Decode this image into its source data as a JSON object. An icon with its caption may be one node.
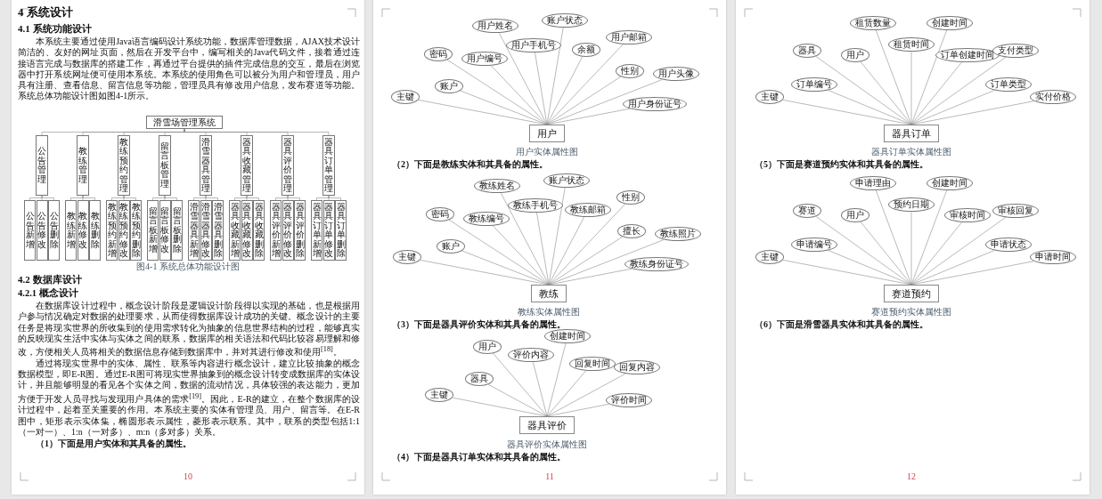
{
  "diagram": {
    "nodes": [
      {
        "text": [
          "滑雪场管理系统"
        ]
      },
      {
        "text": [
          "公告管理"
        ]
      },
      {
        "text": [
          "教练管理"
        ]
      },
      {
        "text": [
          "教练预约管理"
        ]
      },
      {
        "text": [
          "留言板管理"
        ]
      },
      {
        "text": [
          "滑雪器具管理"
        ]
      },
      {
        "text": [
          "器具收藏管理"
        ]
      },
      {
        "text": [
          "器具评价管理"
        ]
      },
      {
        "text": [
          "器具订单管理"
        ]
      },
      {
        "text": [
          "公告新增"
        ]
      },
      {
        "text": [
          "公告修改"
        ]
      },
      {
        "text": [
          "公告删除"
        ]
      },
      {
        "text": [
          "教练新增"
        ]
      },
      {
        "text": [
          "教练修改"
        ]
      },
      {
        "text": [
          "教练删除"
        ]
      },
      {
        "text": [
          "教练预约新增"
        ]
      },
      {
        "text": [
          "教练预约修改"
        ]
      },
      {
        "text": [
          "教练预约删除"
        ]
      },
      {
        "text": [
          "留言板新增"
        ]
      },
      {
        "text": [
          "留言板修改"
        ]
      },
      {
        "text": [
          "留言板删除"
        ]
      },
      {
        "text": [
          "滑雪器具新增"
        ]
      },
      {
        "text": [
          "滑雪器具修改"
        ]
      },
      {
        "text": [
          "滑雪器具删除"
        ]
      },
      {
        "text": [
          "器具收藏新增"
        ]
      },
      {
        "text": [
          "器具收藏修改"
        ]
      },
      {
        "text": [
          "器具收藏删除"
        ]
      },
      {
        "text": [
          "器具评价新增"
        ]
      },
      {
        "text": [
          "器具评价修改"
        ]
      },
      {
        "text": [
          "器具评价删除"
        ]
      },
      {
        "text": [
          "器具订单新增"
        ]
      },
      {
        "text": [
          "器具订单修改"
        ]
      },
      {
        "text": [
          "器具订单删除"
        ]
      },
      {
        "text": [
          "主键"
        ]
      },
      {
        "text": [
          "账户"
        ]
      },
      {
        "text": [
          "密码"
        ]
      },
      {
        "text": [
          "用户编号"
        ]
      },
      {
        "text": [
          "用户姓名"
        ]
      },
      {
        "text": [
          "用户手机号"
        ]
      },
      {
        "text": [
          "账户状态"
        ]
      },
      {
        "text": [
          "余额"
        ]
      },
      {
        "text": [
          "用户邮箱"
        ]
      },
      {
        "text": [
          "性别"
        ]
      },
      {
        "text": [
          "用户头像"
        ]
      },
      {
        "text": [
          "用户身份证号"
        ]
      },
      {
        "text": [
          "用户"
        ]
      },
      {
        "text": [
          "主键"
        ]
      },
      {
        "text": [
          "账户"
        ]
      },
      {
        "text": [
          "密码"
        ]
      },
      {
        "text": [
          "教练编号"
        ]
      },
      {
        "text": [
          "教练姓名"
        ]
      },
      {
        "text": [
          "教练手机号"
        ]
      },
      {
        "text": [
          "账户状态"
        ]
      },
      {
        "text": [
          "教练邮箱"
        ]
      },
      {
        "text": [
          "性别"
        ]
      },
      {
        "text": [
          "擅长"
        ]
      },
      {
        "text": [
          "教练照片"
        ]
      },
      {
        "text": [
          "教练身份证号"
        ]
      },
      {
        "text": [
          "教练"
        ]
      },
      {
        "text": [
          "主键"
        ]
      },
      {
        "text": [
          "器具"
        ]
      },
      {
        "text": [
          "用户"
        ]
      },
      {
        "text": [
          "评价内容"
        ]
      },
      {
        "text": [
          "创建时间"
        ]
      },
      {
        "text": [
          "回复时间"
        ]
      },
      {
        "text": [
          "回复内容"
        ]
      },
      {
        "text": [
          "评价时间"
        ]
      },
      {
        "text": [
          "器具评价"
        ]
      },
      {
        "text": [
          "主键"
        ]
      },
      {
        "text": [
          "订单编号"
        ]
      },
      {
        "text": [
          "器具"
        ]
      },
      {
        "text": [
          "用户"
        ]
      },
      {
        "text": [
          "租赁数量"
        ]
      },
      {
        "text": [
          "租赁时间"
        ]
      },
      {
        "text": [
          "创建时间"
        ]
      },
      {
        "text": [
          "订单创建时间"
        ]
      },
      {
        "text": [
          "支付类型"
        ]
      },
      {
        "text": [
          "订单类型"
        ]
      },
      {
        "text": [
          "实付价格"
        ]
      },
      {
        "text": [
          "器具订单"
        ]
      },
      {
        "text": [
          "主键"
        ]
      },
      {
        "text": [
          "申请编号"
        ]
      },
      {
        "text": [
          "赛道"
        ]
      },
      {
        "text": [
          "用户"
        ]
      },
      {
        "text": [
          "申请理由"
        ]
      },
      {
        "text": [
          "预约日期"
        ]
      },
      {
        "text": [
          "创建时间"
        ]
      },
      {
        "text": [
          "审核时间"
        ]
      },
      {
        "text": [
          "审核回复"
        ]
      },
      {
        "text": [
          "申请状态"
        ]
      },
      {
        "text": [
          "申请时间"
        ]
      },
      {
        "text": [
          "赛道预约"
        ]
      }
    ],
    "edges": [
      {
        "from": 0,
        "to": 1,
        "arrow": "none"
      },
      {
        "from": 0,
        "to": 2,
        "arrow": "none"
      },
      {
        "from": 0,
        "to": 3,
        "arrow": "none"
      },
      {
        "from": 0,
        "to": 4,
        "arrow": "none"
      },
      {
        "from": 0,
        "to": 5,
        "arrow": "none"
      },
      {
        "from": 0,
        "to": 6,
        "arrow": "none"
      },
      {
        "from": 0,
        "to": 7,
        "arrow": "none"
      },
      {
        "from": 0,
        "to": 8,
        "arrow": "none"
      },
      {
        "from": 1,
        "to": 9,
        "arrow": "none"
      },
      {
        "from": 1,
        "to": 10,
        "arrow": "none"
      },
      {
        "from": 1,
        "to": 11,
        "arrow": "none"
      },
      {
        "from": 2,
        "to": 12,
        "arrow": "none"
      },
      {
        "from": 2,
        "to": 13,
        "arrow": "none"
      },
      {
        "from": 2,
        "to": 14,
        "arrow": "none"
      },
      {
        "from": 3,
        "to": 15,
        "arrow": "none"
      },
      {
        "from": 3,
        "to": 16,
        "arrow": "none"
      },
      {
        "from": 3,
        "to": 17,
        "arrow": "none"
      },
      {
        "from": 4,
        "to": 18,
        "arrow": "none"
      },
      {
        "from": 4,
        "to": 19,
        "arrow": "none"
      },
      {
        "from": 4,
        "to": 20,
        "arrow": "none"
      },
      {
        "from": 5,
        "to": 21,
        "arrow": "none"
      },
      {
        "from": 5,
        "to": 22,
        "arrow": "none"
      },
      {
        "from": 5,
        "to": 23,
        "arrow": "none"
      },
      {
        "from": 6,
        "to": 24,
        "arrow": "none"
      },
      {
        "from": 6,
        "to": 25,
        "arrow": "none"
      },
      {
        "from": 6,
        "to": 26,
        "arrow": "none"
      },
      {
        "from": 7,
        "to": 27,
        "arrow": "none"
      },
      {
        "from": 7,
        "to": 28,
        "arrow": "none"
      },
      {
        "from": 7,
        "to": 29,
        "arrow": "none"
      },
      {
        "from": 8,
        "to": 30,
        "arrow": "none"
      },
      {
        "from": 8,
        "to": 31,
        "arrow": "none"
      },
      {
        "from": 8,
        "to": 32,
        "arrow": "none"
      },
      {
        "from": 45,
        "to": 33,
        "arrow": "none"
      },
      {
        "from": 45,
        "to": 34,
        "arrow": "none"
      },
      {
        "from": 45,
        "to": 35,
        "arrow": "none"
      },
      {
        "from": 45,
        "to": 36,
        "arrow": "none"
      },
      {
        "from": 45,
        "to": 37,
        "arrow": "none"
      },
      {
        "from": 45,
        "to": 38,
        "arrow": "none"
      },
      {
        "from": 45,
        "to": 39,
        "arrow": "none"
      },
      {
        "from": 45,
        "to": 40,
        "arrow": "none"
      },
      {
        "from": 45,
        "to": 41,
        "arrow": "none"
      },
      {
        "from": 45,
        "to": 42,
        "arrow": "none"
      },
      {
        "from": 45,
        "to": 43,
        "arrow": "none"
      },
      {
        "from": 45,
        "to": 44,
        "arrow": "none"
      },
      {
        "from": 58,
        "to": 46,
        "arrow": "none"
      },
      {
        "from": 58,
        "to": 47,
        "arrow": "none"
      },
      {
        "from": 58,
        "to": 48,
        "arrow": "none"
      },
      {
        "from": 58,
        "to": 49,
        "arrow": "none"
      },
      {
        "from": 58,
        "to": 50,
        "arrow": "none"
      },
      {
        "from": 58,
        "to": 51,
        "arrow": "none"
      },
      {
        "from": 58,
        "to": 52,
        "arrow": "none"
      },
      {
        "from": 58,
        "to": 53,
        "arrow": "none"
      },
      {
        "from": 58,
        "to": 54,
        "arrow": "none"
      },
      {
        "from": 58,
        "to": 55,
        "arrow": "none"
      },
      {
        "from": 58,
        "to": 56,
        "arrow": "none"
      },
      {
        "from": 58,
        "to": 57,
        "arrow": "none"
      },
      {
        "from": 67,
        "to": 59,
        "arrow": "none"
      },
      {
        "from": 67,
        "to": 60,
        "arrow": "none"
      },
      {
        "from": 67,
        "to": 61,
        "arrow": "none"
      },
      {
        "from": 67,
        "to": 62,
        "arrow": "none"
      },
      {
        "from": 67,
        "to": 63,
        "arrow": "none"
      },
      {
        "from": 67,
        "to": 64,
        "arrow": "none"
      },
      {
        "from": 67,
        "to": 65,
        "arrow": "none"
      },
      {
        "from": 67,
        "to": 66,
        "arrow": "none"
      },
      {
        "from": 79,
        "to": 68,
        "arrow": "none"
      },
      {
        "from": 79,
        "to": 69,
        "arrow": "none"
      },
      {
        "from": 79,
        "to": 70,
        "arrow": "none"
      },
      {
        "from": 79,
        "to": 71,
        "arrow": "none"
      },
      {
        "from": 79,
        "to": 72,
        "arrow": "none"
      },
      {
        "from": 79,
        "to": 73,
        "arrow": "none"
      },
      {
        "from": 79,
        "to": 74,
        "arrow": "none"
      },
      {
        "from": 79,
        "to": 75,
        "arrow": "none"
      },
      {
        "from": 79,
        "to": 76,
        "arrow": "none"
      },
      {
        "from": 79,
        "to": 77,
        "arrow": "none"
      },
      {
        "from": 79,
        "to": 78,
        "arrow": "none"
      },
      {
        "from": 91,
        "to": 80,
        "arrow": "none"
      },
      {
        "from": 91,
        "to": 81,
        "arrow": "none"
      },
      {
        "from": 91,
        "to": 82,
        "arrow": "none"
      },
      {
        "from": 91,
        "to": 83,
        "arrow": "none"
      },
      {
        "from": 91,
        "to": 84,
        "arrow": "none"
      },
      {
        "from": 91,
        "to": 85,
        "arrow": "none"
      },
      {
        "from": 91,
        "to": 86,
        "arrow": "none"
      },
      {
        "from": 91,
        "to": 87,
        "arrow": "none"
      },
      {
        "from": 91,
        "to": 88,
        "arrow": "none"
      },
      {
        "from": 91,
        "to": 89,
        "arrow": "none"
      },
      {
        "from": 91,
        "to": 90,
        "arrow": "none"
      }
    ],
    "labels": [
      "4 系统设计",
      "4.1 系统功能设计",
      "本系统主要通过使用Java语言编码设计系统功能，数据库管理数据，AJAX技术设计简洁的、友好的网址页面，然后在开发平台中，编写相关的Java代码文件，接着通过连接语言完成与数据库的搭建工作，再通过平台提供的插件完成信息的交互，最后在浏览器中打开系统网址便可使用本系统。本系统的使用角色可以被分为用户和管理员，用户具有注册、查看信息、留言信息等功能，管理员具有修改用户信息，发布赛道等功能。系统总体功能设计图如图4-1所示。",
      "图4-1 系统总体功能设计图",
      "4.2 数据库设计",
      "4.2.1 概念设计",
      "在数据库设计过程中，概念设计阶段是逻辑设计阶段得以实现的基础，也是根据用户参与情况确定对数据的处理要求，从而使得数据库设计成功的关键。概念设计的主要任务是将现实世界的所收集到的使用需求转化为抽象的信息世界结构的过程，能够真实的反映现实生活中实体与实体之间的联系，数据库的相关语法和代码比较容易理解和修改，方便相关人员将相关的数据信息存储到数据库中，并对其进行修改和使用$^{[18]}$。",
      "通过将现实世界中的实体、属性、联系等内容进行概念设计，建立比较抽象的概念数据模型，即E-R图。通过E-R图可将现实世界抽象到的概念设计转变成数据库的实体设计，并且能够明显的看见各个实体之间，数据的流动情况，具体较强的表达能力，更加方便于开发人员寻找与发现用户具体的需求$^{[19]}$。因此，E-R的建立，在整个数据库的设计过程中，起着至关重要的作用。本系统主要的实体有管理员、用户、留言等。在E-R图中，矩形表示实体集，椭圆形表示属性，菱形表示联系。其中，联系的类型包括1:1（一对一）、1:n（一对多）、m:n（多对多）关系。",
      "（1）下面是用户实体和其具备的属性。",
      "10",
      "用户实体属性图",
      "（2）下面是教练实体和其具备的属性。",
      "教练实体属性图",
      "（3）下面是器具评价实体和其具备的属性。",
      "器具评价实体属性图",
      "（4）下面是器具订单实体和其具备的属性。",
      "11",
      "器具订单实体属性图",
      "（5）下面是赛道预约实体和其具备的属性。",
      "赛道预约实体属性图",
      "（6）下面是滑雪器具实体和其具备的属性。",
      "12"
    ]
  }
}
